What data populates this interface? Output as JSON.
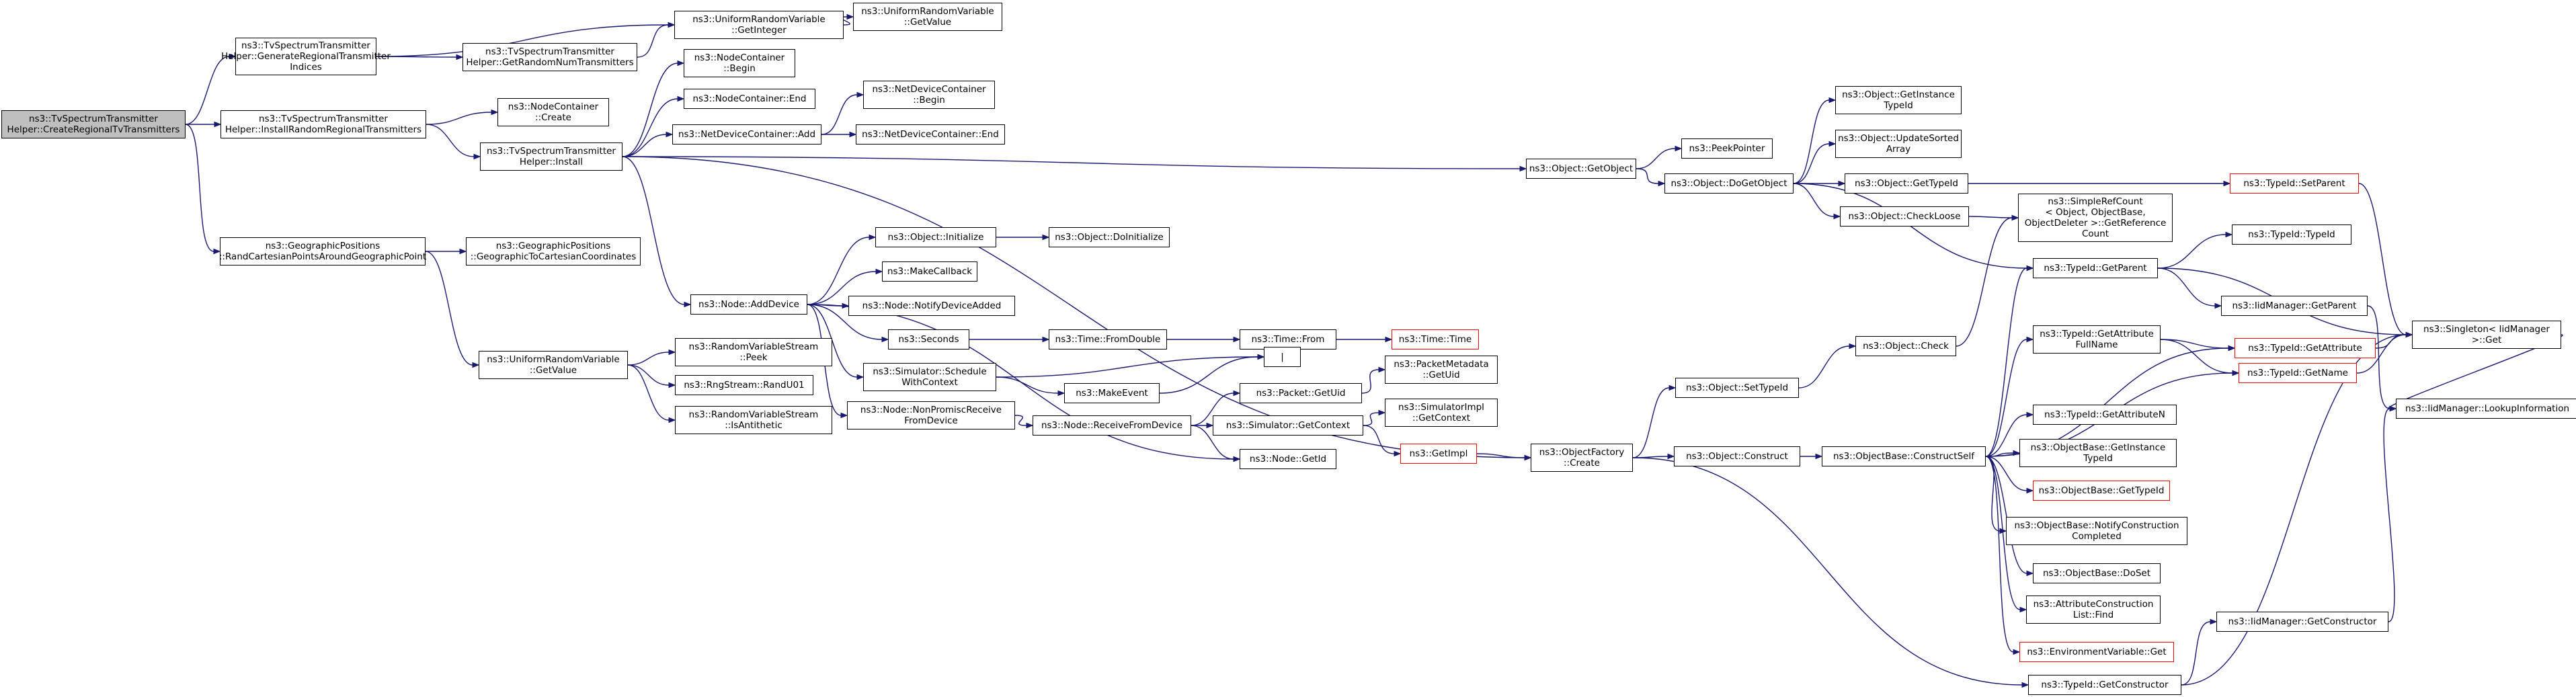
{
  "graph": {
    "edge_color": "#191970",
    "root_fill": "#bfbfbf",
    "truncated_border": "#ff0000",
    "nodes": [
      {
        "id": "root",
        "lines": [
          "ns3::TvSpectrumTransmitter",
          "Helper::CreateRegionalTvTransmitters"
        ],
        "root": true
      },
      {
        "id": "genIdx",
        "lines": [
          "ns3::TvSpectrumTransmitter",
          "Helper::GenerateRegionalTransmitter",
          "Indices"
        ]
      },
      {
        "id": "getRandNum",
        "lines": [
          "ns3::TvSpectrumTransmitter",
          "Helper::GetRandomNumTransmitters"
        ]
      },
      {
        "id": "urvGetInt",
        "lines": [
          "ns3::UniformRandomVariable",
          "::GetInteger"
        ]
      },
      {
        "id": "urvGetValueTop",
        "lines": [
          "ns3::UniformRandomVariable",
          "::GetValue"
        ]
      },
      {
        "id": "installRandom",
        "lines": [
          "ns3::TvSpectrumTransmitter",
          "Helper::InstallRandomRegionalTransmitters"
        ]
      },
      {
        "id": "ncCreate",
        "lines": [
          "ns3::NodeContainer",
          "::Create"
        ]
      },
      {
        "id": "install",
        "lines": [
          "ns3::TvSpectrumTransmitter",
          "Helper::Install"
        ]
      },
      {
        "id": "ncBegin",
        "lines": [
          "ns3::NodeContainer",
          "::Begin"
        ]
      },
      {
        "id": "ncEnd",
        "lines": [
          "ns3::NodeContainer::End"
        ]
      },
      {
        "id": "ndcAdd",
        "lines": [
          "ns3::NetDeviceContainer::Add"
        ]
      },
      {
        "id": "ndcBegin",
        "lines": [
          "ns3::NetDeviceContainer",
          "::Begin"
        ]
      },
      {
        "id": "ndcEnd",
        "lines": [
          "ns3::NetDeviceContainer::End"
        ]
      },
      {
        "id": "geoRand",
        "lines": [
          "ns3::GeographicPositions",
          "::RandCartesianPointsAroundGeographicPoint"
        ]
      },
      {
        "id": "geoToCart",
        "lines": [
          "ns3::GeographicPositions",
          "::GeographicToCartesianCoordinates"
        ]
      },
      {
        "id": "urvGetValue",
        "lines": [
          "ns3::UniformRandomVariable",
          "::GetValue"
        ]
      },
      {
        "id": "rvsPeek",
        "lines": [
          "ns3::RandomVariableStream",
          "::Peek"
        ]
      },
      {
        "id": "rngRandU01",
        "lines": [
          "ns3::RngStream::RandU01"
        ]
      },
      {
        "id": "rvsIsAnti",
        "lines": [
          "ns3::RandomVariableStream",
          "::IsAntithetic"
        ]
      },
      {
        "id": "objInit",
        "lines": [
          "ns3::Object::Initialize"
        ]
      },
      {
        "id": "objDoInit",
        "lines": [
          "ns3::Object::DoInitialize"
        ]
      },
      {
        "id": "makeCallback",
        "lines": [
          "ns3::MakeCallback"
        ]
      },
      {
        "id": "nodeAddDevice",
        "lines": [
          "ns3::Node::AddDevice"
        ]
      },
      {
        "id": "nodeNotify",
        "lines": [
          "ns3::Node::NotifyDeviceAdded"
        ]
      },
      {
        "id": "seconds",
        "lines": [
          "ns3::Seconds"
        ]
      },
      {
        "id": "timeFromDouble",
        "lines": [
          "ns3::Time::FromDouble"
        ]
      },
      {
        "id": "timeFrom",
        "lines": [
          "ns3::Time::From"
        ]
      },
      {
        "id": "timeTime",
        "lines": [
          "ns3::Time::Time"
        ],
        "truncated": true
      },
      {
        "id": "simSchedule",
        "lines": [
          "ns3::Simulator::Schedule",
          "WithContext"
        ]
      },
      {
        "id": "pipe",
        "lines": [
          "|"
        ]
      },
      {
        "id": "makeEvent",
        "lines": [
          "ns3::MakeEvent"
        ]
      },
      {
        "id": "nodeNonProm",
        "lines": [
          "ns3::Node::NonPromiscReceive",
          "FromDevice"
        ]
      },
      {
        "id": "nodeRecv",
        "lines": [
          "ns3::Node::ReceiveFromDevice"
        ]
      },
      {
        "id": "pktGetUid",
        "lines": [
          "ns3::Packet::GetUid"
        ]
      },
      {
        "id": "pktMetaGetUid",
        "lines": [
          "ns3::PacketMetadata",
          "::GetUid"
        ]
      },
      {
        "id": "simGetCtx",
        "lines": [
          "ns3::Simulator::GetContext"
        ]
      },
      {
        "id": "simImplGetCtx",
        "lines": [
          "ns3::SimulatorImpl",
          "::GetContext"
        ]
      },
      {
        "id": "getImpl",
        "lines": [
          "ns3::GetImpl"
        ],
        "truncated": true
      },
      {
        "id": "nodeGetId",
        "lines": [
          "ns3::Node::GetId"
        ]
      },
      {
        "id": "objGetObject",
        "lines": [
          "ns3::Object::GetObject"
        ]
      },
      {
        "id": "peekPointer",
        "lines": [
          "ns3::PeekPointer"
        ]
      },
      {
        "id": "objDoGetObject",
        "lines": [
          "ns3::Object::DoGetObject"
        ]
      },
      {
        "id": "objGetInstTid",
        "lines": [
          "ns3::Object::GetInstance",
          "TypeId"
        ]
      },
      {
        "id": "objUpdSorted",
        "lines": [
          "ns3::Object::UpdateSorted",
          "Array"
        ]
      },
      {
        "id": "objGetTid",
        "lines": [
          "ns3::Object::GetTypeId"
        ]
      },
      {
        "id": "objCheckLoose",
        "lines": [
          "ns3::Object::CheckLoose"
        ]
      },
      {
        "id": "tidSetParent",
        "lines": [
          "ns3::TypeId::SetParent"
        ],
        "truncated": true
      },
      {
        "id": "simpleRef",
        "lines": [
          "ns3::SimpleRefCount",
          "< Object, ObjectBase,",
          "ObjectDeleter >::GetReference",
          "Count"
        ]
      },
      {
        "id": "tidGetParent",
        "lines": [
          "ns3::TypeId::GetParent"
        ]
      },
      {
        "id": "tidTid",
        "lines": [
          "ns3::TypeId::TypeId"
        ]
      },
      {
        "id": "iidGetParent",
        "lines": [
          "ns3::IidManager::GetParent"
        ]
      },
      {
        "id": "singleton",
        "lines": [
          "ns3::Singleton< IidManager",
          " >::Get"
        ]
      },
      {
        "id": "iidLookup",
        "lines": [
          "ns3::IidManager::LookupInformation"
        ]
      },
      {
        "id": "objCheck",
        "lines": [
          "ns3::Object::Check"
        ]
      },
      {
        "id": "objSetTid",
        "lines": [
          "ns3::Object::SetTypeId"
        ]
      },
      {
        "id": "ofCreate",
        "lines": [
          "ns3::ObjectFactory",
          "::Create"
        ]
      },
      {
        "id": "objConstruct",
        "lines": [
          "ns3::Object::Construct"
        ]
      },
      {
        "id": "obConstructSelf",
        "lines": [
          "ns3::ObjectBase::ConstructSelf"
        ]
      },
      {
        "id": "tidGetAttrFull",
        "lines": [
          "ns3::TypeId::GetAttribute",
          "FullName"
        ]
      },
      {
        "id": "tidGetAttr",
        "lines": [
          "ns3::TypeId::GetAttribute"
        ],
        "truncated": true
      },
      {
        "id": "tidGetName",
        "lines": [
          "ns3::TypeId::GetName"
        ],
        "truncated": true
      },
      {
        "id": "tidGetAttrN",
        "lines": [
          "ns3::TypeId::GetAttributeN"
        ]
      },
      {
        "id": "obGetInstTid",
        "lines": [
          "ns3::ObjectBase::GetInstance",
          "TypeId"
        ]
      },
      {
        "id": "obGetTid",
        "lines": [
          "ns3::ObjectBase::GetTypeId"
        ],
        "truncated": true
      },
      {
        "id": "obNotify",
        "lines": [
          "ns3::ObjectBase::NotifyConstruction",
          "Completed"
        ]
      },
      {
        "id": "obDoSet",
        "lines": [
          "ns3::ObjectBase::DoSet"
        ]
      },
      {
        "id": "acFind",
        "lines": [
          "ns3::AttributeConstruction",
          "List::Find"
        ]
      },
      {
        "id": "envGet",
        "lines": [
          "ns3::EnvironmentVariable::Get"
        ],
        "truncated": true
      },
      {
        "id": "tidGetCtor",
        "lines": [
          "ns3::TypeId::GetConstructor"
        ]
      },
      {
        "id": "iidGetCtor",
        "lines": [
          "ns3::IidManager::GetConstructor"
        ]
      }
    ]
  }
}
